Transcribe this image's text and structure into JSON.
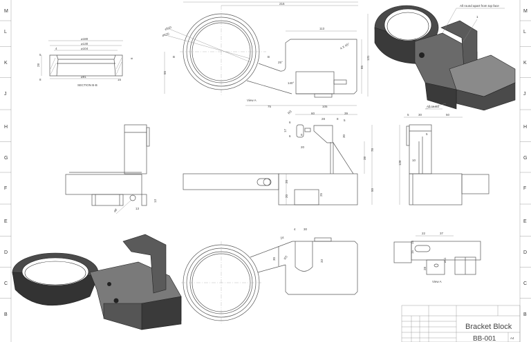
{
  "sheet": {
    "zones_rows": [
      "M",
      "L",
      "K",
      "J",
      "H",
      "G",
      "F",
      "E",
      "D",
      "C",
      "B"
    ],
    "colors": {
      "line": "#555555",
      "solid_dark": "#3a3a3a",
      "solid_mid": "#6a6a6a",
      "solid_light": "#9a9a9a"
    }
  },
  "title_block": {
    "title": "Bracket Block",
    "drawing_number": "BB-001",
    "size": "A4",
    "sheet_zone": "B"
  },
  "views": {
    "section_bb": {
      "caption": "SECTION B-B",
      "dims": [
        "⌀180",
        "⌀130",
        "⌀104",
        "4",
        "5",
        "28",
        "6",
        "8",
        "⌀91",
        "15"
      ]
    },
    "top": {
      "caption": "View A",
      "section_marks": [
        "B",
        "B"
      ],
      "dims": [
        "216",
        "113",
        "⌀110",
        "⌀120",
        "25°",
        "140°",
        "55",
        "85",
        "131",
        "75",
        "105",
        "4 X 45°"
      ]
    },
    "front": {
      "dims": [
        "R3",
        "60",
        "39",
        "28",
        "8",
        "5",
        "17",
        "6",
        "6",
        "5",
        "20",
        "30",
        "78",
        "38",
        "50",
        "20",
        "20",
        "25"
      ]
    },
    "right": {
      "dims": [
        "5",
        "30",
        "50",
        "5",
        "10",
        "128"
      ]
    },
    "left": {
      "dims": [
        "⌀8",
        "13",
        "13"
      ]
    },
    "bottom": {
      "dims": [
        "4",
        "30",
        "24",
        "30",
        "33",
        "R3"
      ]
    },
    "view_a": {
      "caption": "View A",
      "dims": [
        "22",
        "37",
        "15",
        "15",
        "⌀11",
        "28"
      ]
    },
    "iso": {
      "notes": [
        "All round apart from top face",
        "All round"
      ],
      "weld_symbol": "1"
    }
  }
}
